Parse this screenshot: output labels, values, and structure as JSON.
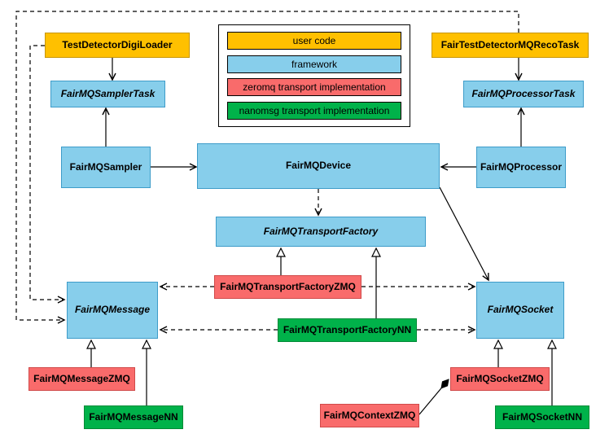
{
  "legend": {
    "items": [
      {
        "label": "user code",
        "color": "#FFC000"
      },
      {
        "label": "framework",
        "color": "#87CEEB"
      },
      {
        "label": "zeromq transport implementation",
        "color": "#F96B6B"
      },
      {
        "label": "nanomsg transport implementation",
        "color": "#00B24A"
      }
    ]
  },
  "nodes": {
    "testDetectorDigiLoader": {
      "label": "TestDetectorDigiLoader",
      "category": "user code",
      "abstract": false
    },
    "fairTestDetectorMQRecoTask": {
      "label": "FairTestDetectorMQRecoTask",
      "category": "user code",
      "abstract": false
    },
    "samplerTask": {
      "label": "FairMQSamplerTask",
      "category": "framework",
      "abstract": true
    },
    "processorTask": {
      "label": "FairMQProcessorTask",
      "category": "framework",
      "abstract": true
    },
    "sampler": {
      "label": "FairMQSampler",
      "category": "framework",
      "abstract": false
    },
    "device": {
      "label": "FairMQDevice",
      "category": "framework",
      "abstract": false
    },
    "processor": {
      "label": "FairMQProcessor",
      "category": "framework",
      "abstract": false
    },
    "transportFactory": {
      "label": "FairMQTransportFactory",
      "category": "framework",
      "abstract": true
    },
    "transportFactoryZMQ": {
      "label": "FairMQTransportFactoryZMQ",
      "category": "zeromq transport implementation",
      "abstract": false
    },
    "transportFactoryNN": {
      "label": "FairMQTransportFactoryNN",
      "category": "nanomsg transport implementation",
      "abstract": false
    },
    "message": {
      "label": "FairMQMessage",
      "category": "framework",
      "abstract": true
    },
    "socket": {
      "label": "FairMQSocket",
      "category": "framework",
      "abstract": true
    },
    "messageZMQ": {
      "label": "FairMQMessageZMQ",
      "category": "zeromq transport implementation",
      "abstract": false
    },
    "messageNN": {
      "label": "FairMQMessageNN",
      "category": "nanomsg transport implementation",
      "abstract": false
    },
    "socketZMQ": {
      "label": "FairMQSocketZMQ",
      "category": "zeromq transport implementation",
      "abstract": false
    },
    "socketNN": {
      "label": "FairMQSocketNN",
      "category": "nanomsg transport implementation",
      "abstract": false
    },
    "contextZMQ": {
      "label": "FairMQContextZMQ",
      "category": "zeromq transport implementation",
      "abstract": false
    }
  },
  "edges": [
    {
      "from": "TestDetectorDigiLoader",
      "to": "FairMQSamplerTask",
      "type": "solid-arrow"
    },
    {
      "from": "FairMQSampler",
      "to": "FairMQSamplerTask",
      "type": "solid-arrow"
    },
    {
      "from": "FairMQSampler",
      "to": "FairMQDevice",
      "type": "solid-arrow"
    },
    {
      "from": "FairMQProcessor",
      "to": "FairMQDevice",
      "type": "solid-arrow"
    },
    {
      "from": "FairMQProcessor",
      "to": "FairMQProcessorTask",
      "type": "solid-arrow"
    },
    {
      "from": "FairTestDetectorMQRecoTask",
      "to": "FairMQProcessorTask",
      "type": "solid-arrow"
    },
    {
      "from": "FairMQDevice",
      "to": "FairMQTransportFactory",
      "type": "dashed-arrow"
    },
    {
      "from": "FairMQDevice",
      "to": "FairMQSocket",
      "type": "solid-arrow"
    },
    {
      "from": "FairMQTransportFactoryZMQ",
      "to": "FairMQTransportFactory",
      "type": "generalization"
    },
    {
      "from": "FairMQTransportFactoryNN",
      "to": "FairMQTransportFactory",
      "type": "generalization"
    },
    {
      "from": "FairMQTransportFactoryZMQ",
      "to": "FairMQMessage",
      "type": "dashed-arrow"
    },
    {
      "from": "FairMQTransportFactoryZMQ",
      "to": "FairMQSocket",
      "type": "dashed-arrow"
    },
    {
      "from": "FairMQTransportFactoryNN",
      "to": "FairMQMessage",
      "type": "dashed-arrow"
    },
    {
      "from": "FairMQTransportFactoryNN",
      "to": "FairMQSocket",
      "type": "dashed-arrow"
    },
    {
      "from": "FairMQMessageZMQ",
      "to": "FairMQMessage",
      "type": "generalization"
    },
    {
      "from": "FairMQMessageNN",
      "to": "FairMQMessage",
      "type": "generalization"
    },
    {
      "from": "FairMQSocketZMQ",
      "to": "FairMQSocket",
      "type": "generalization"
    },
    {
      "from": "FairMQSocketNN",
      "to": "FairMQSocket",
      "type": "generalization"
    },
    {
      "from": "FairMQContextZMQ",
      "to": "FairMQSocketZMQ",
      "type": "composition"
    },
    {
      "from": "TestDetectorDigiLoader",
      "to": "FairMQMessage",
      "type": "dashed-arrow"
    },
    {
      "from": "FairTestDetectorMQRecoTask",
      "to": "FairMQMessage",
      "type": "dashed-arrow"
    }
  ],
  "colors": {
    "user_code": "#FFC000",
    "framework": "#87CEEB",
    "zeromq": "#F96B6B",
    "nanomsg": "#00B24A",
    "edge": "#000000"
  }
}
